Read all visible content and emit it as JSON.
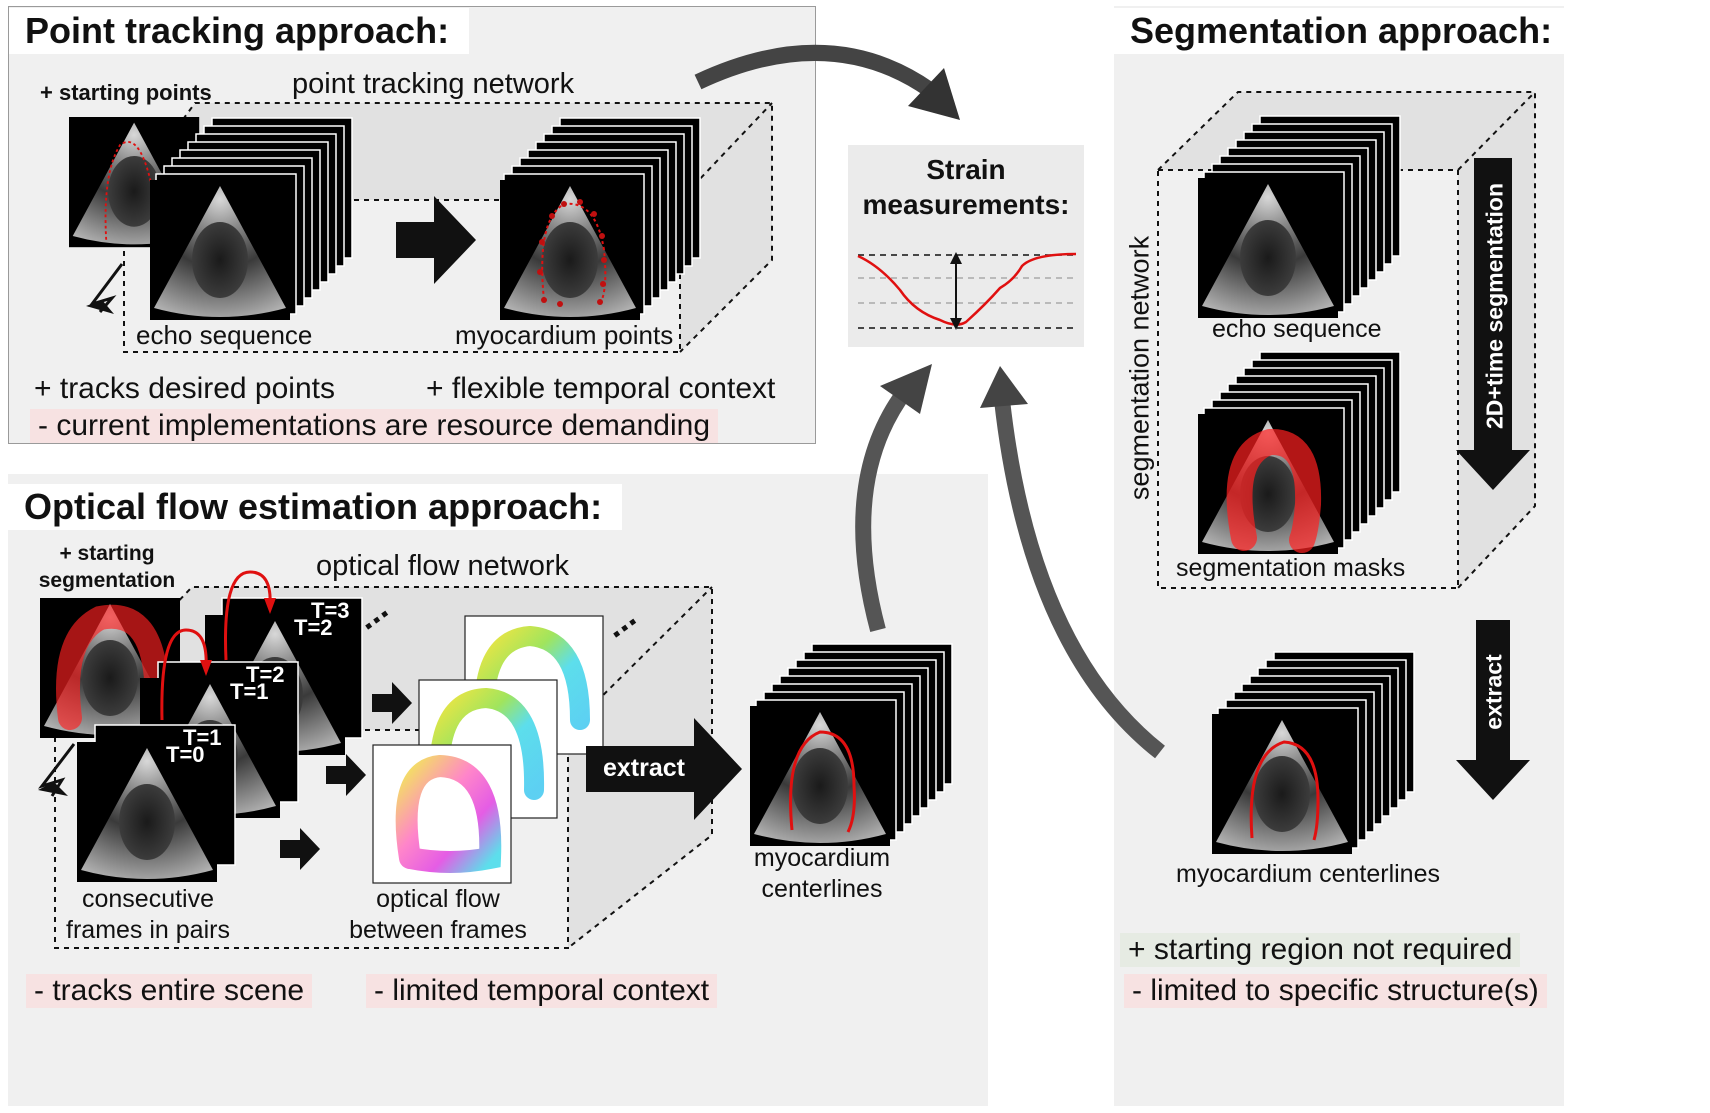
{
  "panels": {
    "point_tracking": {
      "title": "Point tracking approach:",
      "starting_label": "+ starting points",
      "network_label": "point tracking network",
      "input_label": "echo sequence",
      "output_label": "myocardium points",
      "pro_1": "+ tracks desired points",
      "pro_2": "+ flexible temporal context",
      "con_1": "- current implementations are resource demanding"
    },
    "optical_flow": {
      "title": "Optical flow estimation approach:",
      "starting_label_1": "+ starting",
      "starting_label_2": "segmentation",
      "network_label": "optical flow network",
      "frame_labels": [
        "T=3",
        "T=2",
        "T=2",
        "T=1",
        "T=1",
        "T=0"
      ],
      "input_label_1": "consecutive",
      "input_label_2": "frames in pairs",
      "output_label_1": "optical flow",
      "output_label_2": "between frames",
      "extract_label": "extract",
      "result_label_1": "myocardium",
      "result_label_2": "centerlines",
      "con_1": "- tracks entire scene",
      "con_2": "- limited temporal context"
    },
    "segmentation": {
      "title": "Segmentation approach:",
      "network_label": "segmentation network",
      "side_label": "2D+time segmentation",
      "input_label": "echo sequence",
      "output_label": "segmentation masks",
      "extract_label": "extract",
      "result_label": "myocardium centerlines",
      "pro_1": "+ starting region not required",
      "con_1": "-  limited to specific structure(s)"
    },
    "strain": {
      "title_1": "Strain",
      "title_2": "measurements:"
    }
  },
  "colors": {
    "panel_bg": "#f1f1f1",
    "curve": "#e01010",
    "arrow_gray": "#555555",
    "pro_highlight": "#e6ebe3",
    "con_highlight": "#f7e2e2"
  }
}
